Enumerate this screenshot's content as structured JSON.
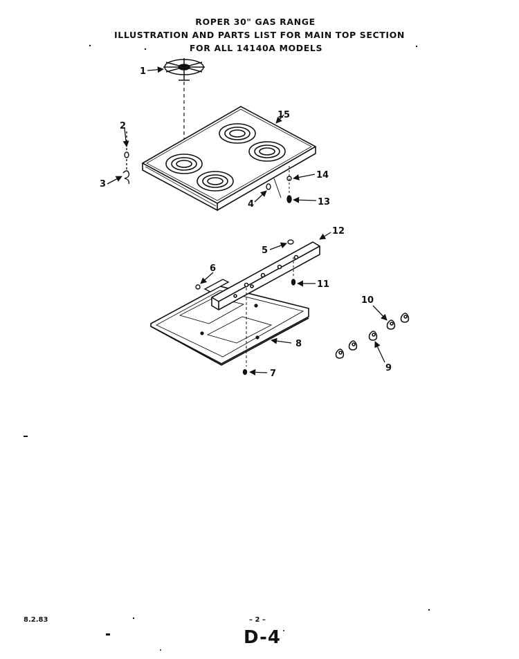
{
  "header": {
    "line1": "ROPER 30\" GAS RANGE",
    "line2": "ILLUSTRATION AND PARTS LIST FOR MAIN TOP SECTION",
    "line3": "FOR ALL 14140A MODELS"
  },
  "callouts": {
    "c1": "1",
    "c2": "2",
    "c3": "3",
    "c4": "4",
    "c5": "5",
    "c6": "6",
    "c7": "7",
    "c8": "8",
    "c9": "9",
    "c10": "10",
    "c11": "11",
    "c12": "12",
    "c13": "13",
    "c14": "14",
    "c15": "15"
  },
  "footer": {
    "date": "8.2.83",
    "page_number": "– 2 –",
    "page_code": "D-4"
  }
}
